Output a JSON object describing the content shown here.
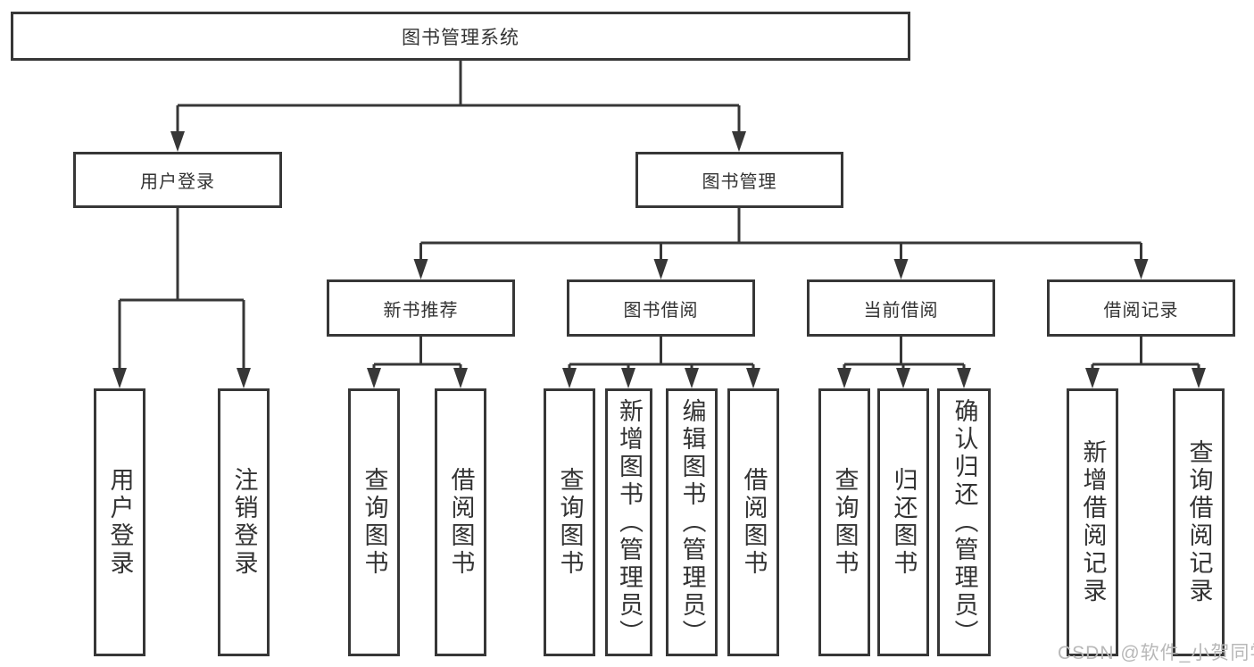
{
  "diagram": {
    "root": {
      "label": "图书管理系统"
    },
    "level2": [
      {
        "label": "用户登录"
      },
      {
        "label": "图书管理"
      }
    ],
    "level3": [
      {
        "label": "新书推荐"
      },
      {
        "label": "图书借阅"
      },
      {
        "label": "当前借阅"
      },
      {
        "label": "借阅记录"
      }
    ],
    "leaves": {
      "user_login": [
        "用户登录",
        "注销登录"
      ],
      "new_book": [
        "查询图书",
        "借阅图书"
      ],
      "borrow": [
        "查询图书",
        "新增图书（管理员）",
        "编辑图书（管理员）",
        "借阅图书"
      ],
      "current": [
        "查询图书",
        "归还图书",
        "确认归还（管理员）"
      ],
      "records": [
        "新增借阅记录",
        "查询借阅记录"
      ]
    }
  },
  "watermark": {
    "text": "CSDN @软件_小贺同学"
  },
  "colors": {
    "line": "#373737",
    "text": "#333333",
    "watermark": "#b8b8b8",
    "background": "#ffffff"
  }
}
